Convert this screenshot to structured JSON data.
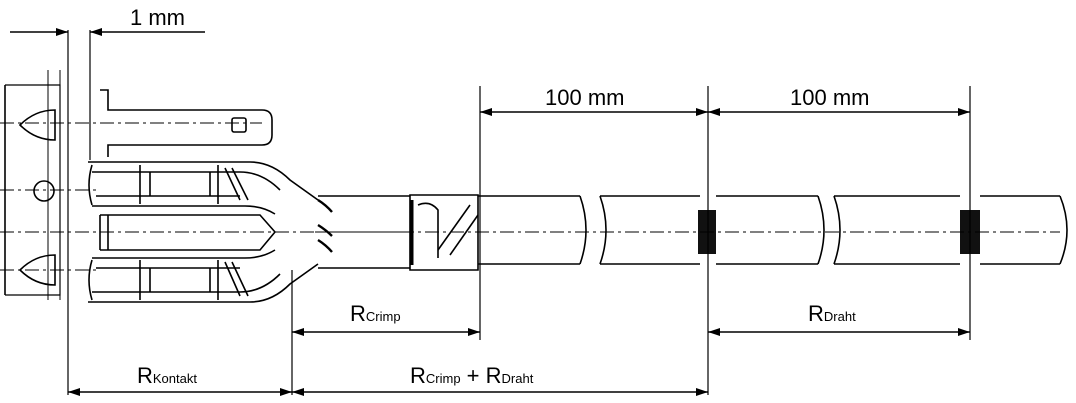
{
  "labels": {
    "gap": "1 mm",
    "len_left": "100 mm",
    "len_right": "100 mm",
    "r_crimp": {
      "main": "R",
      "sub": "Crimp"
    },
    "r_draht": {
      "main": "R",
      "sub": "Draht"
    },
    "r_kontakt": {
      "main": "R",
      "sub": "Kontakt"
    },
    "r_sum": {
      "main1": "R",
      "sub1": "Crimp",
      "plus": " + ",
      "main2": "R",
      "sub2": "Draht"
    }
  },
  "colors": {
    "ink": "#000000",
    "background": "#ffffff"
  }
}
